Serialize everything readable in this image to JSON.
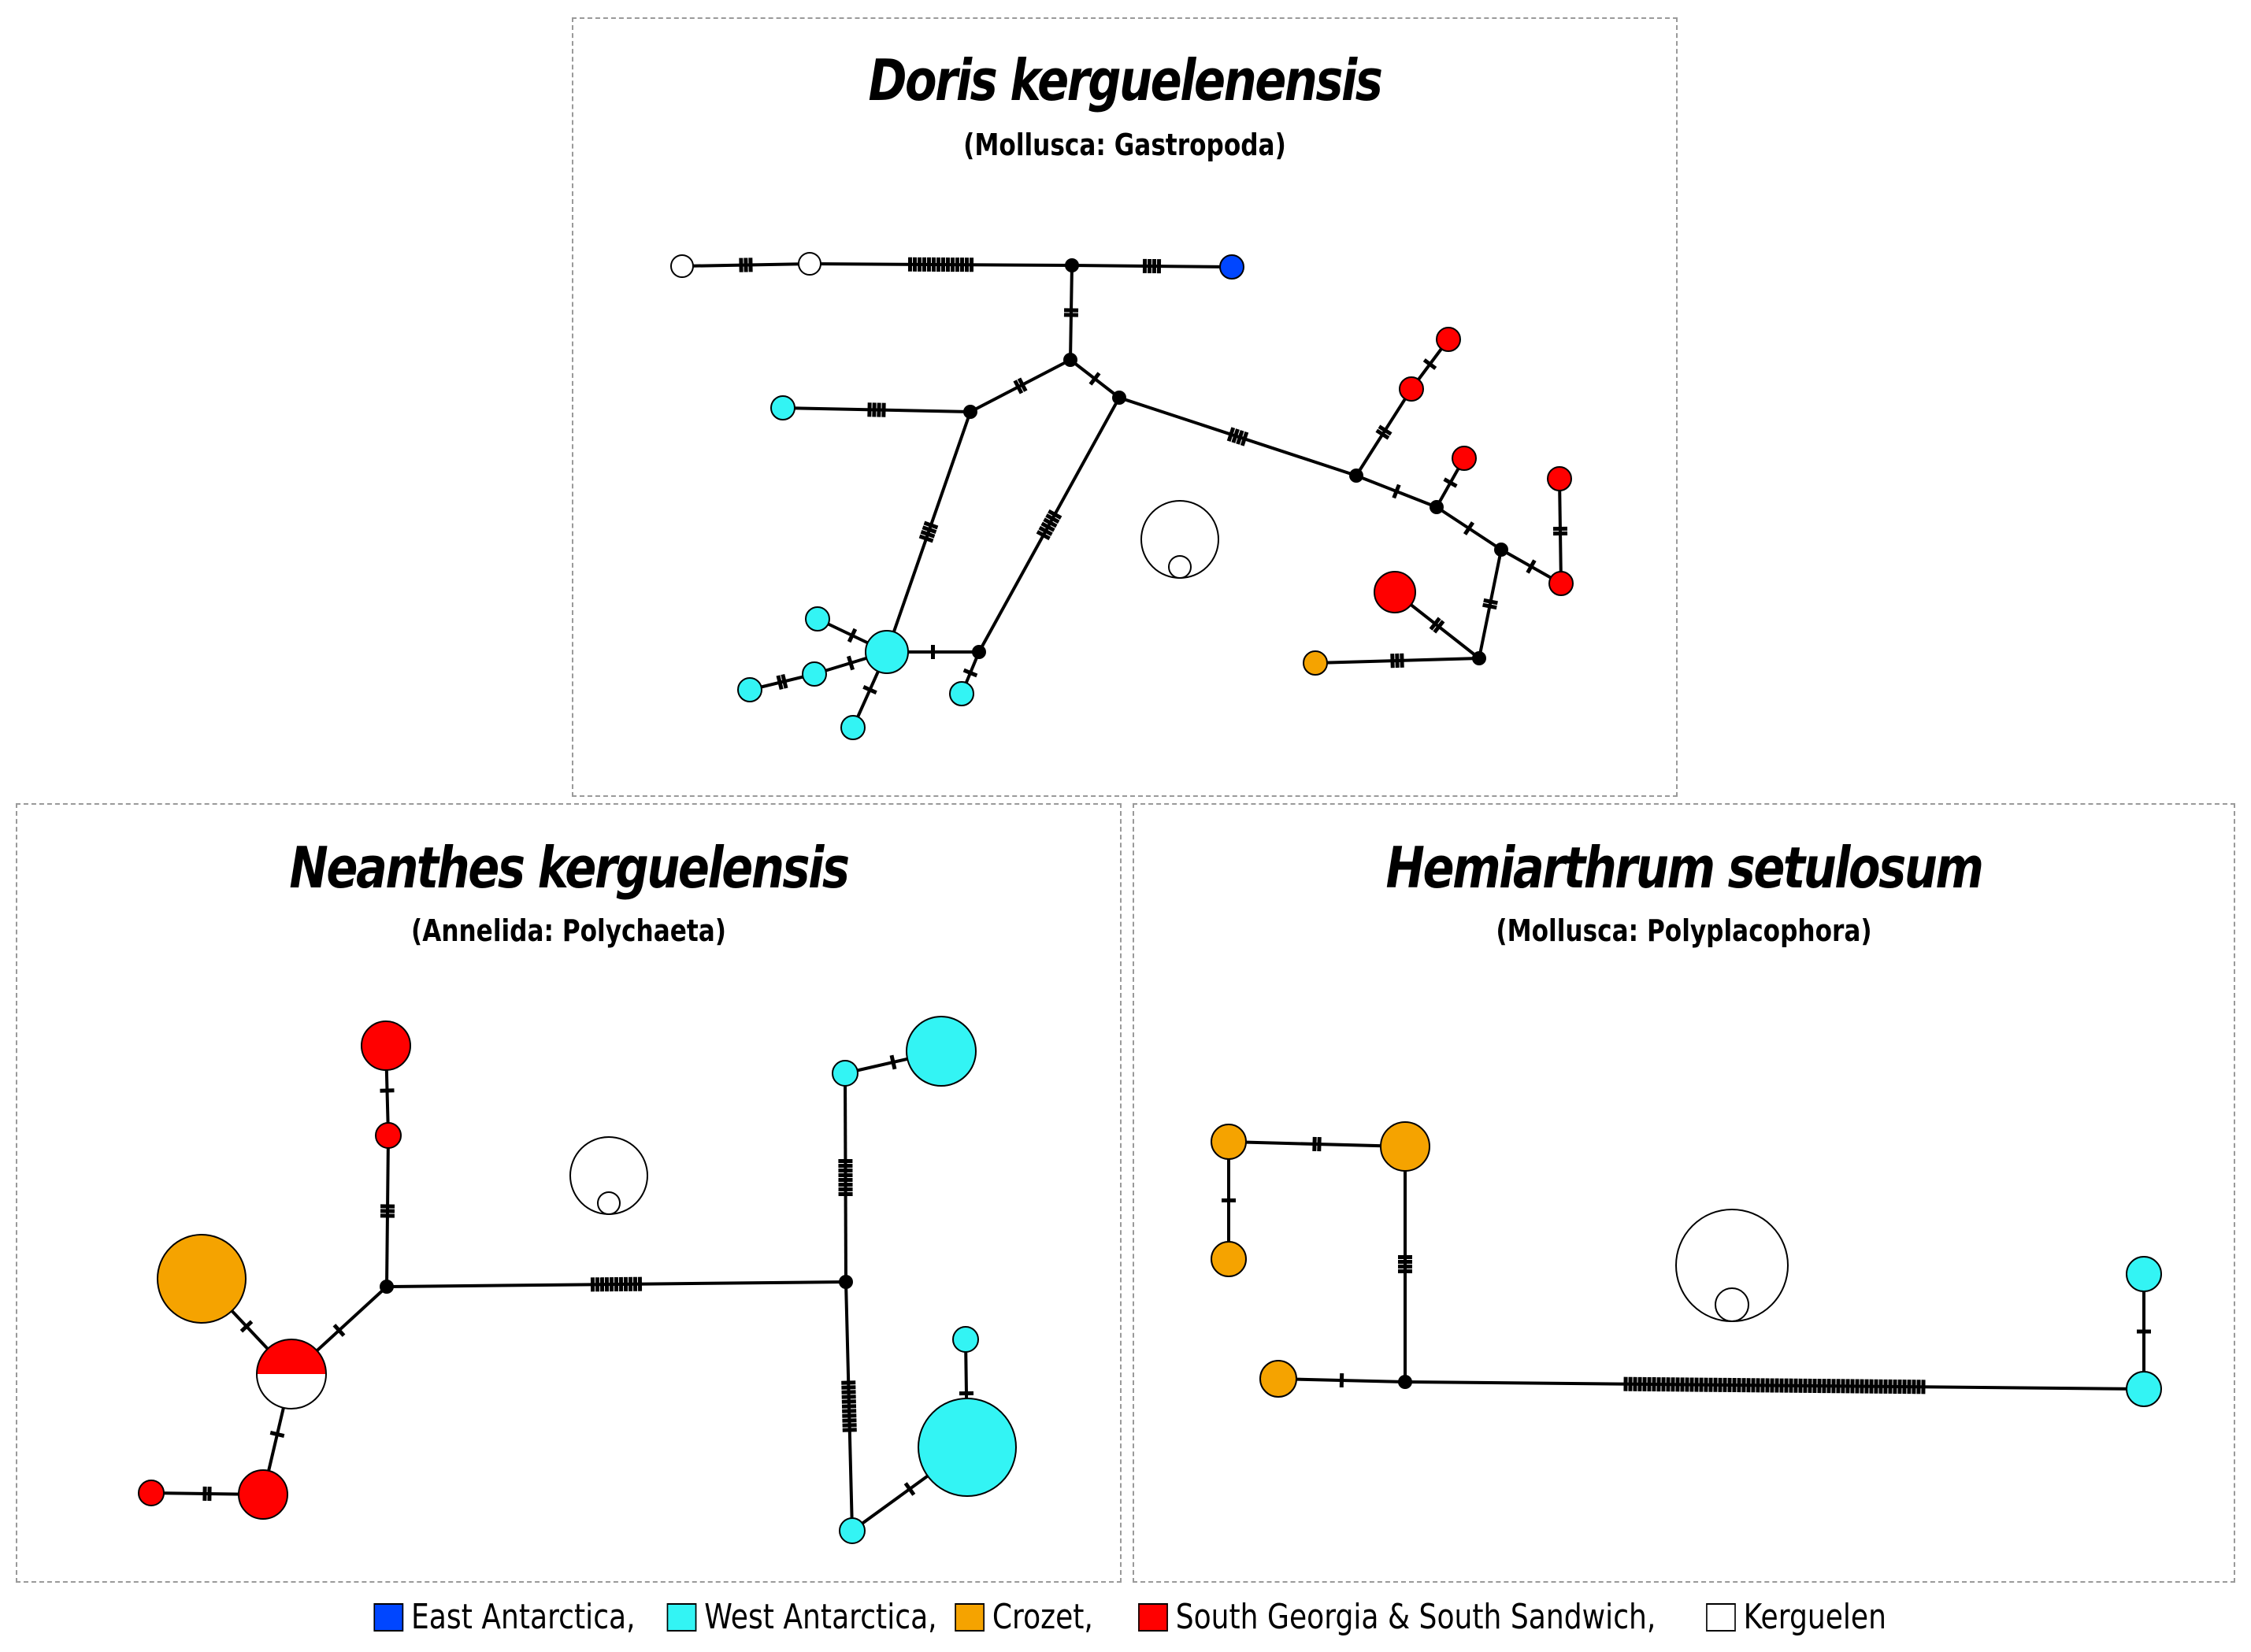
{
  "colors": {
    "east_antarctica": "#0046ff",
    "west_antarctica": "#33f4f4",
    "crozet": "#f5a300",
    "south_georgia": "#ff0000",
    "kerguelen": "#ffffff",
    "median": "#000000"
  },
  "panels": [
    {
      "id": "doris",
      "title": "Doris kerguelenensis",
      "subtitle": "(Mollusca: Gastropoda)"
    },
    {
      "id": "neanthes",
      "title": "Neanthes kerguelensis",
      "subtitle": "(Annelida: Polychaeta)"
    },
    {
      "id": "hemiarthrum",
      "title": "Hemiarthrum setulosum",
      "subtitle": "(Mollusca: Polyplacophora)"
    }
  ],
  "legend": [
    {
      "label": "East Antarctica,",
      "color_key": "east_antarctica"
    },
    {
      "label": "West Antarctica,",
      "color_key": "west_antarctica"
    },
    {
      "label": "Crozet,",
      "color_key": "crozet"
    },
    {
      "label": "South Georgia & South Sandwich,",
      "color_key": "south_georgia"
    },
    {
      "label": "Kerguelen",
      "color_key": "kerguelen"
    }
  ]
}
